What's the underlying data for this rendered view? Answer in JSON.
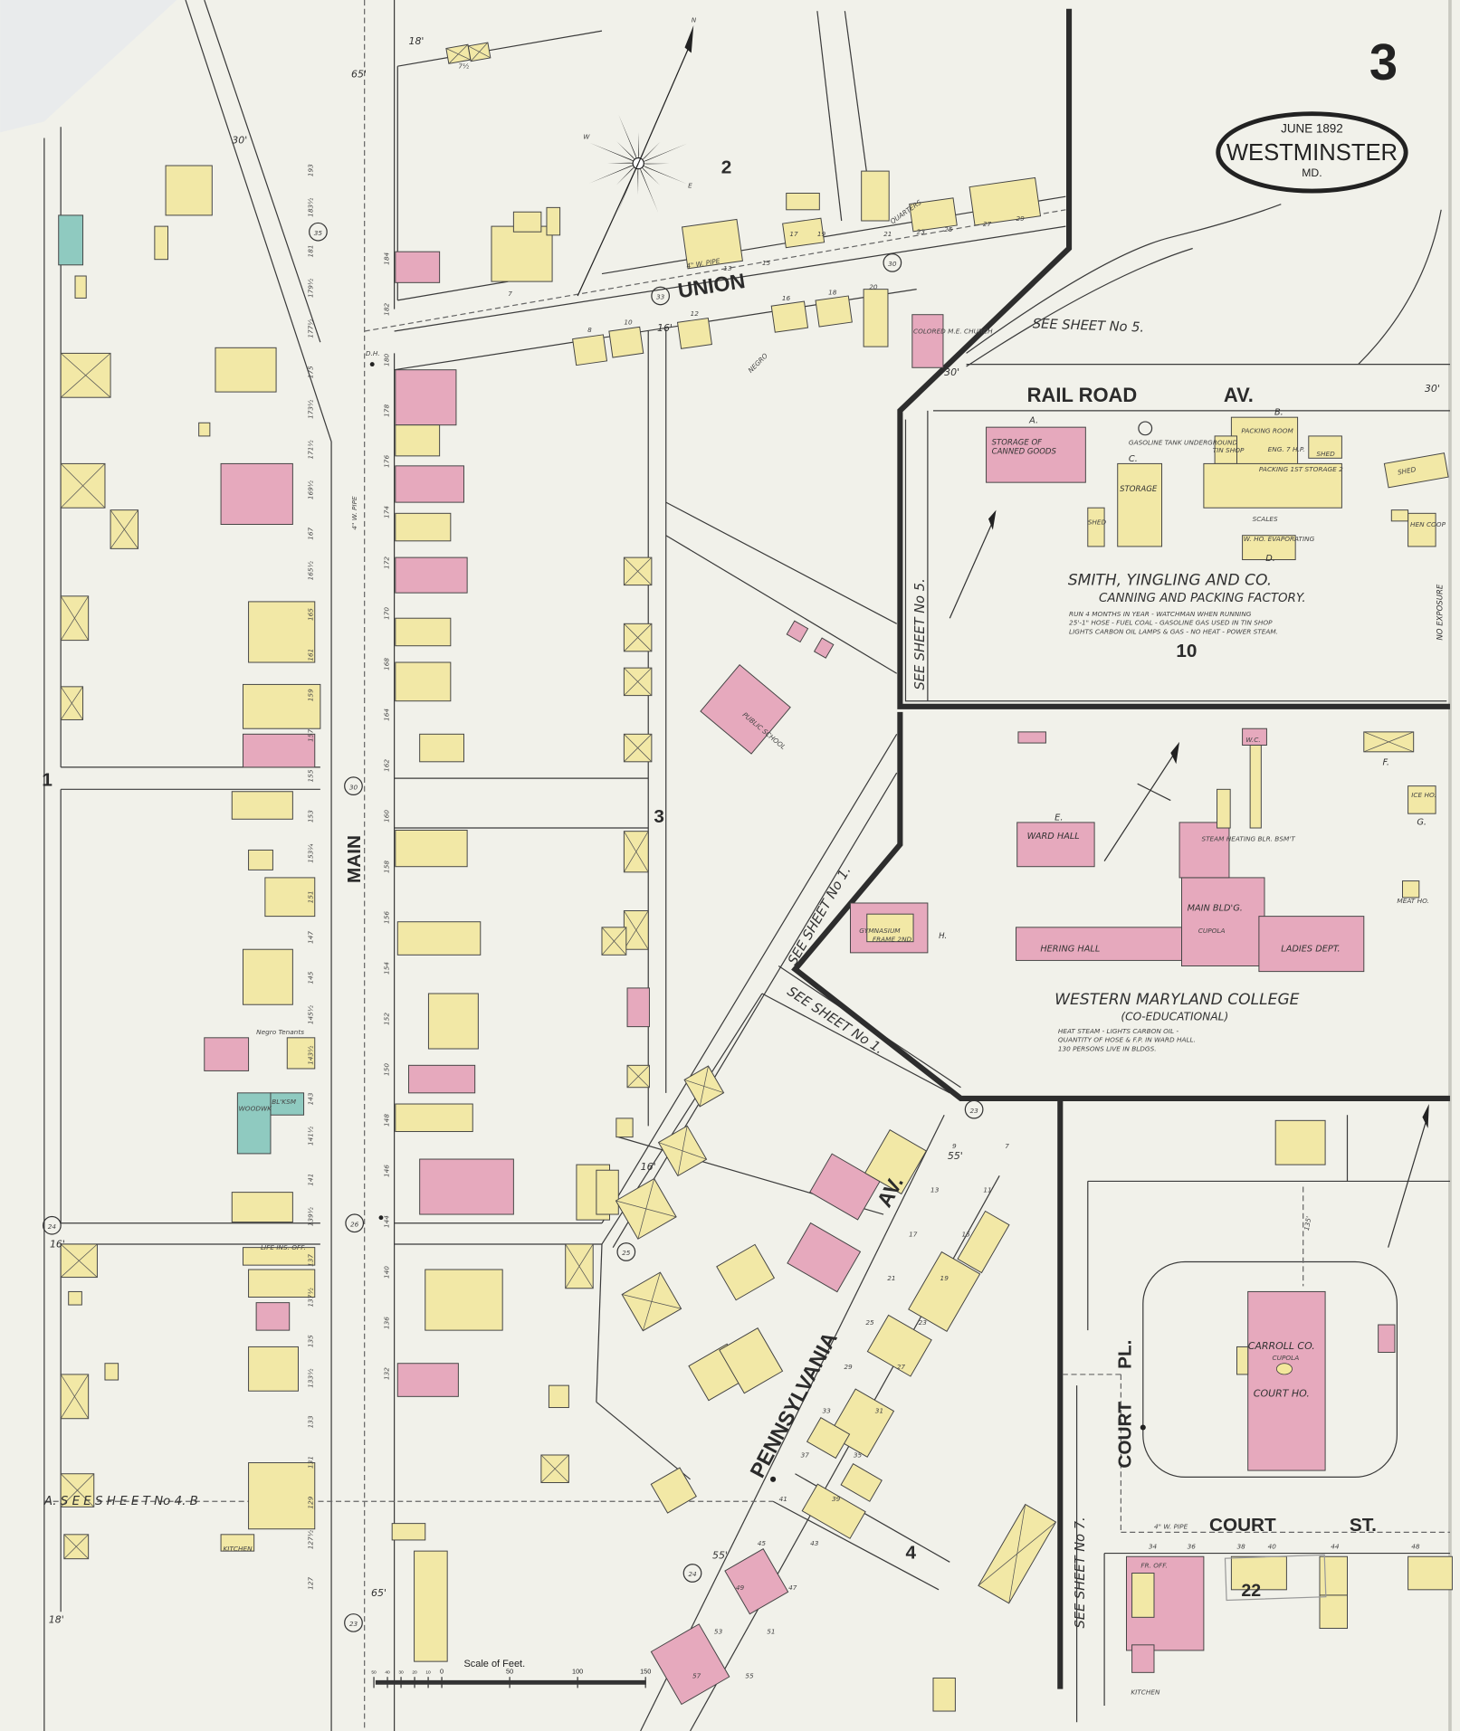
{
  "sheet_number": "3",
  "title_cartouche": {
    "date": "JUNE 1892",
    "city": "WESTMINSTER",
    "state": "MD."
  },
  "colors": {
    "paper": "#f1f1ea",
    "frame_dwelling": "#f2e8a6",
    "brick": "#e6a9bd",
    "stone": "#8fcac0",
    "ink": "#2d2d2d"
  },
  "streets": {
    "main": "MAIN",
    "union": "UNION",
    "railroad_1": "RAIL ROAD",
    "railroad_2": "AV.",
    "pennsylvania_1": "PENNSYLVANIA",
    "pennsylvania_2": "AV.",
    "court_place_1": "COURT",
    "court_place_2": "PL.",
    "court_street_1": "COURT",
    "court_street_2": "ST."
  },
  "see_sheets": {
    "sheet5_top": "SEE   SHEET   No 5.",
    "sheet5_side": "SEE  SHEET  No 5.",
    "sheet1_a": "SEE  SHEET  No 1.",
    "sheet1_b": "SEE  SHEET  No 1.",
    "sheet4": "A.   S E E          S H E E T              No 4.                      B",
    "sheet7": "SEE   SHEET   No 7."
  },
  "block_numbers": [
    "1",
    "2",
    "3",
    "4",
    "10",
    "22"
  ],
  "factory": {
    "name": "SMITH, YINGLING AND CO.",
    "subtitle": "CANNING AND PACKING FACTORY.",
    "notes": [
      "RUN 4 MONTHS IN YEAR - WATCHMAN WHEN RUNNING",
      "25'-1\" HOSE - FUEL COAL - GASOLINE GAS USED IN TIN SHOP",
      "LIGHTS CARBON OIL LAMPS & GAS - NO HEAT - POWER STEAM."
    ],
    "buildings": {
      "a": "A.",
      "storage_canned": "STORAGE OF",
      "storage_canned_2": "CANNED GOODS",
      "c": "C.",
      "storage": "STORAGE",
      "gas_tank": "GASOLINE TANK UNDERGROUND",
      "b": "B.",
      "packing_room": "PACKING ROOM",
      "tin_shop": "TIN SHOP",
      "eng": "ENG. 7 H.P.",
      "packing_storage": "PACKING 1ST  STORAGE 2",
      "shed": "SHED",
      "shed2": "SHED",
      "shed3": "SHED",
      "scales": "SCALES",
      "wh": "W. HO. EVAPORATING",
      "d": "D.",
      "hen_coop": "HEN COOP",
      "no_exposure": "NO EXPOSURE"
    }
  },
  "college": {
    "name": "WESTERN MARYLAND COLLEGE",
    "subtitle": "(CO-EDUCATIONAL)",
    "notes": [
      "HEAT STEAM - LIGHTS CARBON OIL -",
      "QUANTITY OF HOSE & F.P. IN WARD HALL.",
      "130 PERSONS LIVE IN BLDGS."
    ],
    "buildings": {
      "e": "E.",
      "ward_hall": "WARD  HALL",
      "main_bldg": "MAIN BLD'G.",
      "cupola": "CUPOLA",
      "hering_hall": "HERING HALL",
      "ladies_dept": "LADIES DEPT.",
      "gymnasium": "GYMNASIUM",
      "gym_frame": "FRAME 2ND",
      "h": "H.",
      "wc": "W.C.",
      "f": "F.",
      "ice_ho": "ICE HO.",
      "g": "G.",
      "steam_heating": "STEAM HEATING BLR. BSM'T",
      "meat_ho": "MEAT HO."
    }
  },
  "labels": {
    "public_school": "PUBLIC SCHOOL",
    "church": "COLORED M.E. CHURCH",
    "court_house_1": "CARROLL CO.",
    "court_house_2": "COURT HO.",
    "court_cupola": "CUPOLA",
    "blacksmith": "BL'KSM",
    "woodwork": "WOODWK",
    "negro_tenants": "Negro Tenants",
    "life_ins": "LIFE INS. OFF.",
    "kitchen": "KITCHEN",
    "kitchen2": "KITCHEN",
    "quarters": "QUARTERS",
    "negro": "NEGRO",
    "water_pipe_union": "4\" W. PIPE",
    "water_pipe_main": "4\" W. PIPE",
    "water_pipe_court": "4\" W. PIPE",
    "dh": "D.H.",
    "distance_135": "135'",
    "fr_off": "FR. OFF."
  },
  "hydrants": [
    "35",
    "33",
    "30",
    "30",
    "26",
    "25",
    "24",
    "24",
    "23",
    "23"
  ],
  "street_widths": [
    "65'",
    "30'",
    "30'",
    "18'",
    "16'",
    "16'",
    "16'",
    "55'",
    "55'",
    "65'",
    "18'",
    "30'"
  ],
  "house_numbers": {
    "main_west": [
      "193",
      "183½",
      "181",
      "179½",
      "177½",
      "175",
      "173½",
      "171½",
      "169½",
      "167",
      "165½",
      "165",
      "161",
      "159",
      "157",
      "155",
      "153",
      "153¼",
      "151",
      "147",
      "145",
      "145½",
      "143½",
      "143",
      "141½",
      "141",
      "139½",
      "137",
      "137½",
      "135",
      "133½",
      "133",
      "131",
      "129",
      "127½",
      "127"
    ],
    "main_east": [
      "184",
      "182",
      "180",
      "178",
      "176",
      "174",
      "172",
      "170",
      "168",
      "164",
      "162",
      "160",
      "158",
      "156",
      "154",
      "152",
      "150",
      "148",
      "146",
      "144",
      "140",
      "136",
      "132"
    ],
    "union_north": [
      "7½",
      "7",
      "13",
      "15",
      "17",
      "19",
      "21",
      "23",
      "25",
      "27",
      "29"
    ],
    "union_south": [
      "8",
      "10",
      "12",
      "16",
      "18",
      "20"
    ],
    "court_street": [
      "34",
      "36",
      "38",
      "40",
      "44",
      "48"
    ],
    "pennsylvania": [
      "57",
      "55",
      "53",
      "51",
      "49",
      "47",
      "45",
      "43",
      "41",
      "39",
      "37",
      "35",
      "33",
      "31",
      "29",
      "27",
      "25",
      "23",
      "21",
      "19",
      "17",
      "15",
      "13",
      "11",
      "9",
      "7"
    ]
  },
  "scale": {
    "title": "Scale of Feet.",
    "ticks": [
      "50",
      "40",
      "30",
      "20",
      "10",
      "0",
      "50",
      "100",
      "150"
    ]
  },
  "stamp": {
    "number": "22"
  },
  "compass": {
    "n": "N",
    "w": "W",
    "e": "E"
  }
}
